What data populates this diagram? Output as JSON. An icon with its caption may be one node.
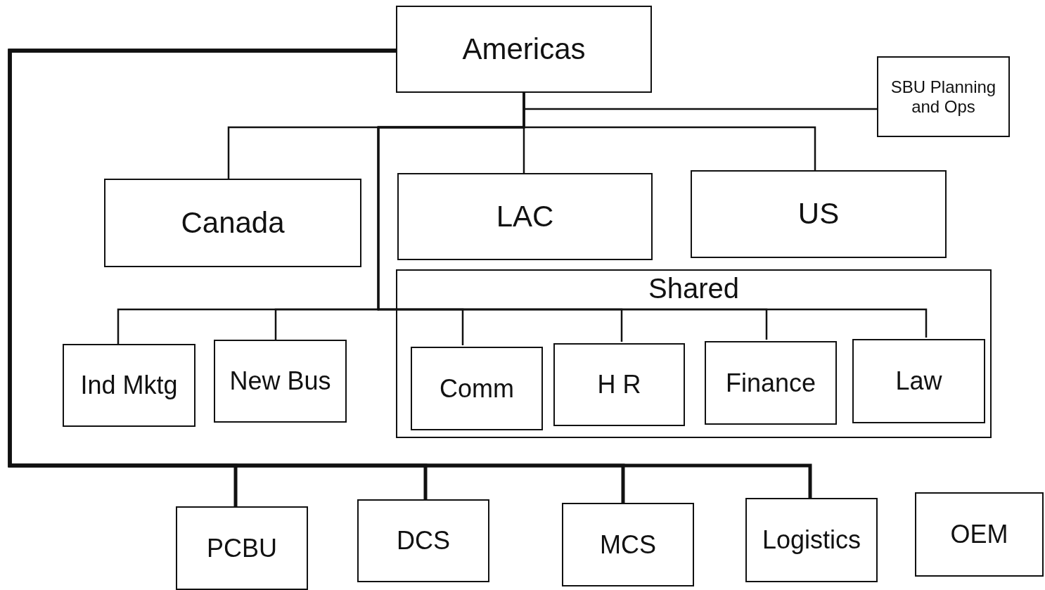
{
  "diagram": {
    "nodes": [
      {
        "text": [
          "Americas"
        ]
      },
      {
        "text": [
          "SBU Planning and Ops"
        ]
      },
      {
        "text": [
          "Canada"
        ]
      },
      {
        "text": [
          "LAC"
        ]
      },
      {
        "text": [
          "US"
        ]
      },
      {
        "text": [
          "Shared"
        ]
      },
      {
        "text": [
          "Ind Mktg"
        ]
      },
      {
        "text": [
          "New Bus"
        ]
      },
      {
        "text": [
          "Comm"
        ],
        "in": 5
      },
      {
        "text": [
          "H R"
        ],
        "in": 5
      },
      {
        "text": [
          "Finance"
        ],
        "in": 5
      },
      {
        "text": [
          "Law"
        ],
        "in": 5
      },
      {
        "text": [
          "PCBU"
        ]
      },
      {
        "text": [
          "DCS"
        ]
      },
      {
        "text": [
          "MCS"
        ]
      },
      {
        "text": [
          "Logistics"
        ]
      },
      {
        "text": [
          "OEM"
        ]
      }
    ],
    "edges": [
      {
        "from": 0,
        "to": 1,
        "arrow": "none"
      },
      {
        "from": 0,
        "to": 2,
        "arrow": "none"
      },
      {
        "from": 0,
        "to": 3,
        "arrow": "none"
      },
      {
        "from": 0,
        "to": 4,
        "arrow": "none"
      },
      {
        "from": 0,
        "to": 6,
        "arrow": "none"
      },
      {
        "from": 0,
        "to": 7,
        "arrow": "none"
      },
      {
        "from": 0,
        "to": 8,
        "arrow": "none"
      },
      {
        "from": 0,
        "to": 9,
        "arrow": "none"
      },
      {
        "from": 0,
        "to": 10,
        "arrow": "none"
      },
      {
        "from": 0,
        "to": 11,
        "arrow": "none"
      },
      {
        "from": 0,
        "to": 12,
        "arrow": "none",
        "style": "thick"
      },
      {
        "from": 0,
        "to": 13,
        "arrow": "none",
        "style": "thick"
      },
      {
        "from": 0,
        "to": 14,
        "arrow": "none",
        "style": "thick"
      },
      {
        "from": 0,
        "to": 15,
        "arrow": "none",
        "style": "thick"
      }
    ]
  }
}
